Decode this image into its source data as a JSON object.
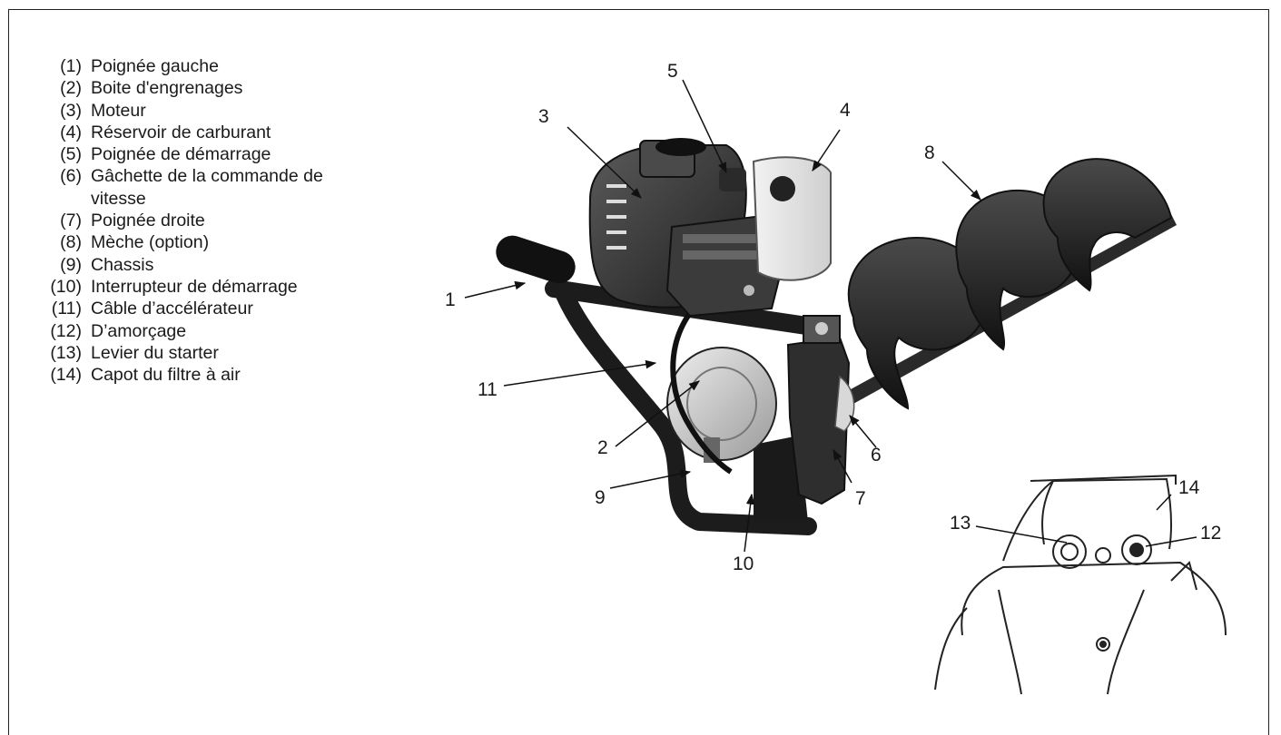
{
  "legend": [
    {
      "num": "(1)",
      "label": "Poignée gauche"
    },
    {
      "num": "(2)",
      "label": "Boite d'engrenages"
    },
    {
      "num": "(3)",
      "label": "Moteur"
    },
    {
      "num": "(4)",
      "label": "Réservoir de carburant"
    },
    {
      "num": "(5)",
      "label": "Poignée de démarrage"
    },
    {
      "num": "(6)",
      "label": "Gâchette de la commande de vitesse"
    },
    {
      "num": "(7)",
      "label": "Poignée droite"
    },
    {
      "num": "(8)",
      "label": "Mèche (option)"
    },
    {
      "num": "(9)",
      "label": "Chassis"
    },
    {
      "num": "(10)",
      "label": "Interrupteur de démarrage"
    },
    {
      "num": "(11)",
      "label": "Câble d’accélérateur"
    },
    {
      "num": "(12)",
      "label": "D’amorçage"
    },
    {
      "num": "(13)",
      "label": "Levier du starter"
    },
    {
      "num": "(14)",
      "label": "Capot du filtre à air"
    }
  ],
  "callouts": {
    "c1": "1",
    "c2": "2",
    "c3": "3",
    "c4": "4",
    "c5": "5",
    "c6": "6",
    "c7": "7",
    "c8": "8",
    "c9": "9",
    "c10": "10",
    "c11": "11",
    "c12": "12",
    "c13": "13",
    "c14": "14"
  }
}
